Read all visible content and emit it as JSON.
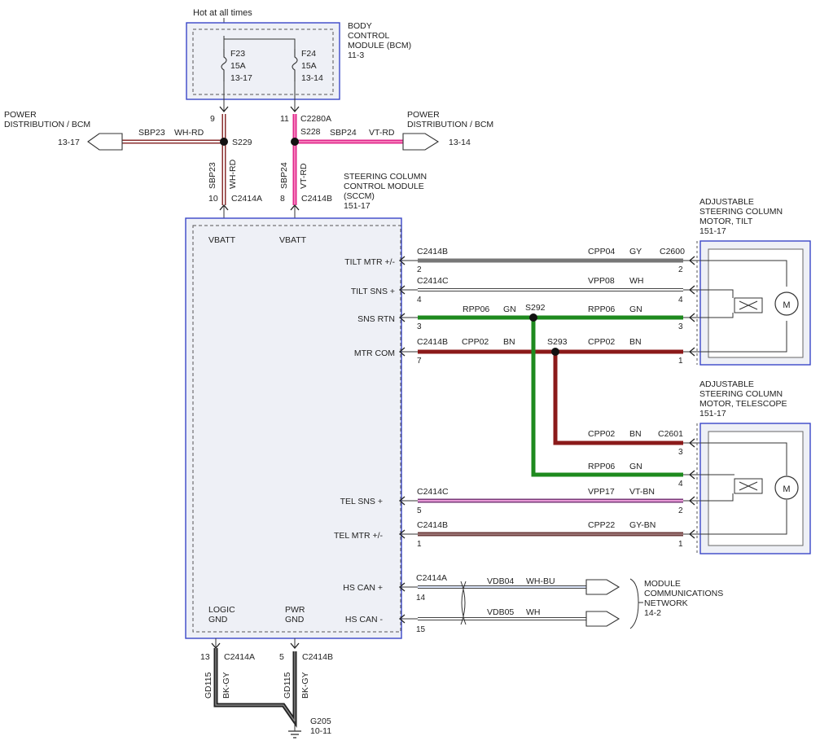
{
  "header": {
    "hot_label": "Hot at all times"
  },
  "bcm": {
    "title": [
      "BODY",
      "CONTROL",
      "MODULE (BCM)",
      "11-3"
    ],
    "fuses": [
      {
        "name": "F23",
        "rating": "15A",
        "ref": "13-17"
      },
      {
        "name": "F24",
        "rating": "15A",
        "ref": "13-14"
      }
    ]
  },
  "power_left": {
    "title": [
      "POWER",
      "DISTRIBUTION / BCM"
    ],
    "ref": "13-17",
    "circuit": "SBP23",
    "color": "WH-RD"
  },
  "power_right": {
    "title": [
      "POWER",
      "DISTRIBUTION / BCM"
    ],
    "ref": "13-14",
    "circuit": "SBP24",
    "color": "VT-RD"
  },
  "splices": {
    "s229": "S229",
    "s228": "S228",
    "s292": "S292",
    "s293": "S293"
  },
  "feeds": {
    "left": {
      "pin_top": "9",
      "circuit": "SBP23",
      "color": "WH-RD",
      "pin_bottom": "10",
      "connector": "C2414A"
    },
    "right": {
      "pin_top": "11",
      "connector_top": "C2280A",
      "circuit": "SBP24",
      "color": "VT-RD",
      "pin_bottom": "8",
      "connector": "C2414B"
    }
  },
  "sccm": {
    "title": [
      "STEERING COLUMN",
      "CONTROL MODULE",
      "(SCCM)",
      "151-17"
    ],
    "vbatt": [
      "VBATT",
      "VBATT"
    ],
    "pins": [
      "TILT MTR +/-",
      "TILT SNS +",
      "SNS RTN",
      "MTR COM",
      "TEL SNS +",
      "TEL MTR +/-",
      "HS CAN +",
      "HS CAN -"
    ],
    "logic_gnd": [
      "LOGIC",
      "GND"
    ],
    "pwr_gnd": [
      "PWR",
      "GND"
    ]
  },
  "tilt_motor": {
    "title": [
      "ADJUSTABLE",
      "STEERING COLUMN",
      "MOTOR, TILT",
      "151-17"
    ],
    "connector": "C2600",
    "motor_label": "M"
  },
  "tel_motor": {
    "title": [
      "ADJUSTABLE",
      "STEERING COLUMN",
      "MOTOR, TELESCOPE",
      "151-17"
    ],
    "connector": "C2601",
    "motor_label": "M"
  },
  "wires": [
    {
      "conn": "C2414B",
      "pin": "2",
      "circuit": "CPP04",
      "color": "GY",
      "far_pin": "2"
    },
    {
      "conn": "C2414C",
      "pin": "4",
      "circuit": "VPP08",
      "color": "WH",
      "far_pin": "4"
    },
    {
      "pin": "3",
      "circuit_left": "RPP06",
      "color_left": "GN",
      "circuit": "RPP06",
      "color": "GN",
      "far_pin": "3"
    },
    {
      "conn": "C2414B",
      "pin": "7",
      "circuit_left": "CPP02",
      "color_left": "BN",
      "circuit": "CPP02",
      "color": "BN",
      "far_pin": "1"
    },
    {
      "circuit": "CPP02",
      "color": "BN",
      "far_pin": "3"
    },
    {
      "circuit": "RPP06",
      "color": "GN",
      "far_pin": "4"
    },
    {
      "conn": "C2414C",
      "pin": "5",
      "circuit": "VPP17",
      "color": "VT-BN",
      "far_pin": "2"
    },
    {
      "conn": "C2414B",
      "pin": "1",
      "circuit": "CPP22",
      "color": "GY-BN",
      "far_pin": "1"
    }
  ],
  "can": {
    "conn": "C2414A",
    "hi": {
      "pin": "14",
      "circuit": "VDB04",
      "color": "WH-BU"
    },
    "lo": {
      "pin": "15",
      "circuit": "VDB05",
      "color": "WH"
    },
    "network": [
      "MODULE",
      "COMMUNICATIONS",
      "NETWORK",
      "14-2"
    ]
  },
  "grounds": {
    "left": {
      "pin": "13",
      "connector": "C2414A",
      "circuit": "GD115",
      "color": "BK-GY"
    },
    "right": {
      "pin": "5",
      "connector": "C2414B",
      "circuit": "GD115",
      "color": "BK-GY"
    },
    "ground_name": "G205",
    "ground_ref": "10-11"
  }
}
